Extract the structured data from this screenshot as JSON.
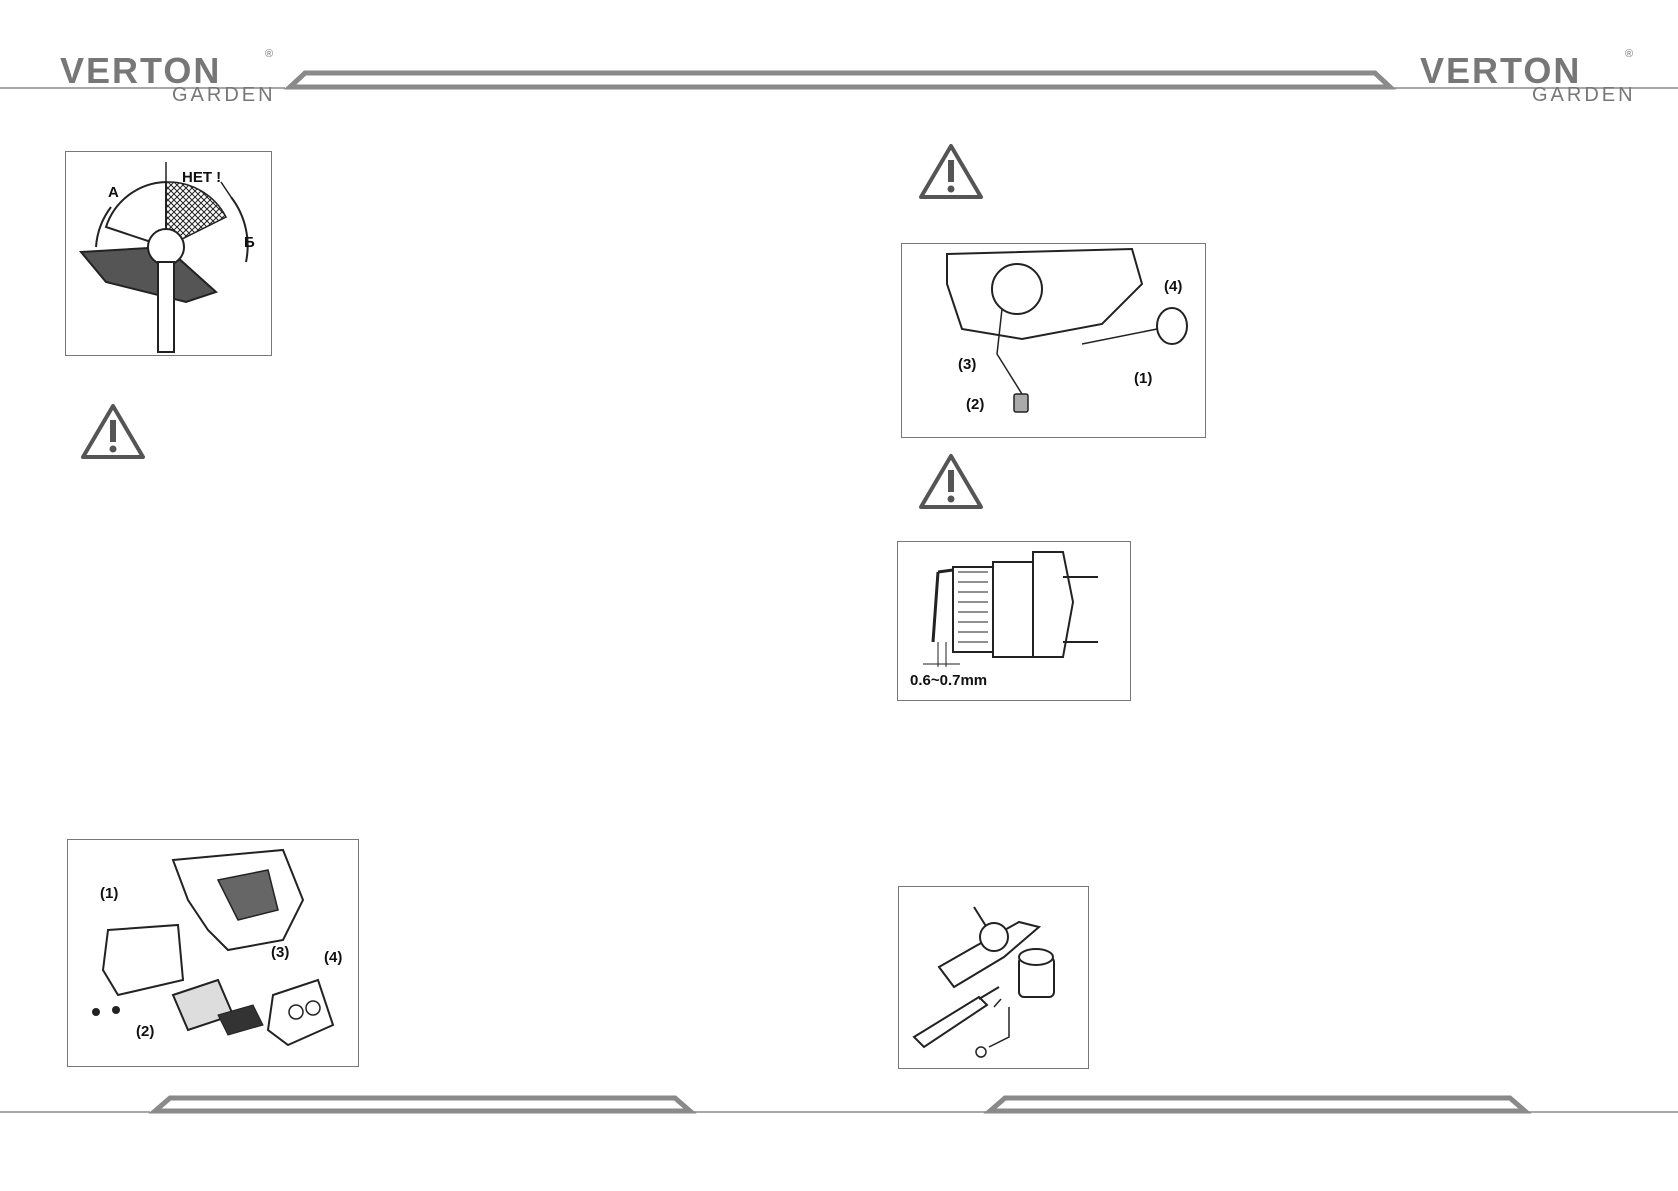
{
  "header": {
    "brand": "VERTON",
    "registered": "®",
    "sub": "GARDEN"
  },
  "figures": {
    "guard": {
      "no_label": "НЕТ !",
      "a_label": "А",
      "b_label": "Б"
    },
    "fuel_cap": {
      "labels": [
        "(1)",
        "(2)",
        "(3)",
        "(4)"
      ]
    },
    "spark_plug": {
      "gap": "0.6~0.7mm"
    },
    "air_filter": {
      "labels": [
        "(1)",
        "(2)",
        "(3)",
        "(4)"
      ]
    }
  },
  "icons": {
    "warning": "warning-triangle-icon",
    "colors": {
      "line": "#777777",
      "ink": "#111111"
    }
  }
}
